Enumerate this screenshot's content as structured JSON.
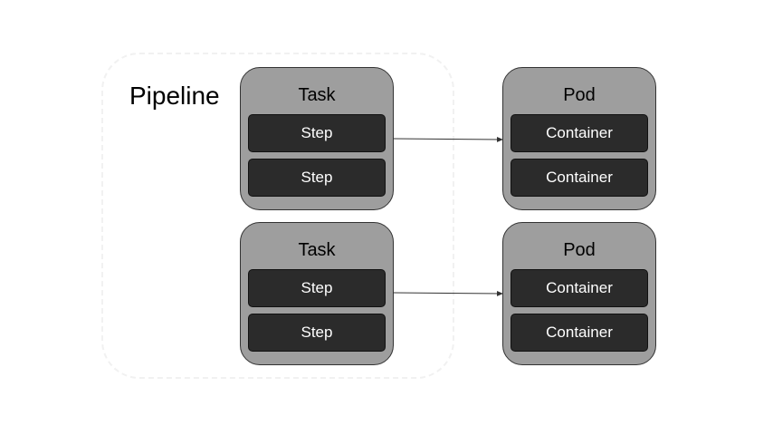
{
  "pipeline": {
    "label": "Pipeline"
  },
  "rows": [
    {
      "task": {
        "title": "Task",
        "steps": [
          "Step",
          "Step"
        ]
      },
      "pod": {
        "title": "Pod",
        "containers": [
          "Container",
          "Container"
        ]
      }
    },
    {
      "task": {
        "title": "Task",
        "steps": [
          "Step",
          "Step"
        ]
      },
      "pod": {
        "title": "Pod",
        "containers": [
          "Container",
          "Container"
        ]
      }
    }
  ],
  "colors": {
    "box_fill": "#9e9e9e",
    "bar_fill": "#2b2b2b",
    "bar_text": "#ffffff",
    "arrow": "#333333"
  }
}
